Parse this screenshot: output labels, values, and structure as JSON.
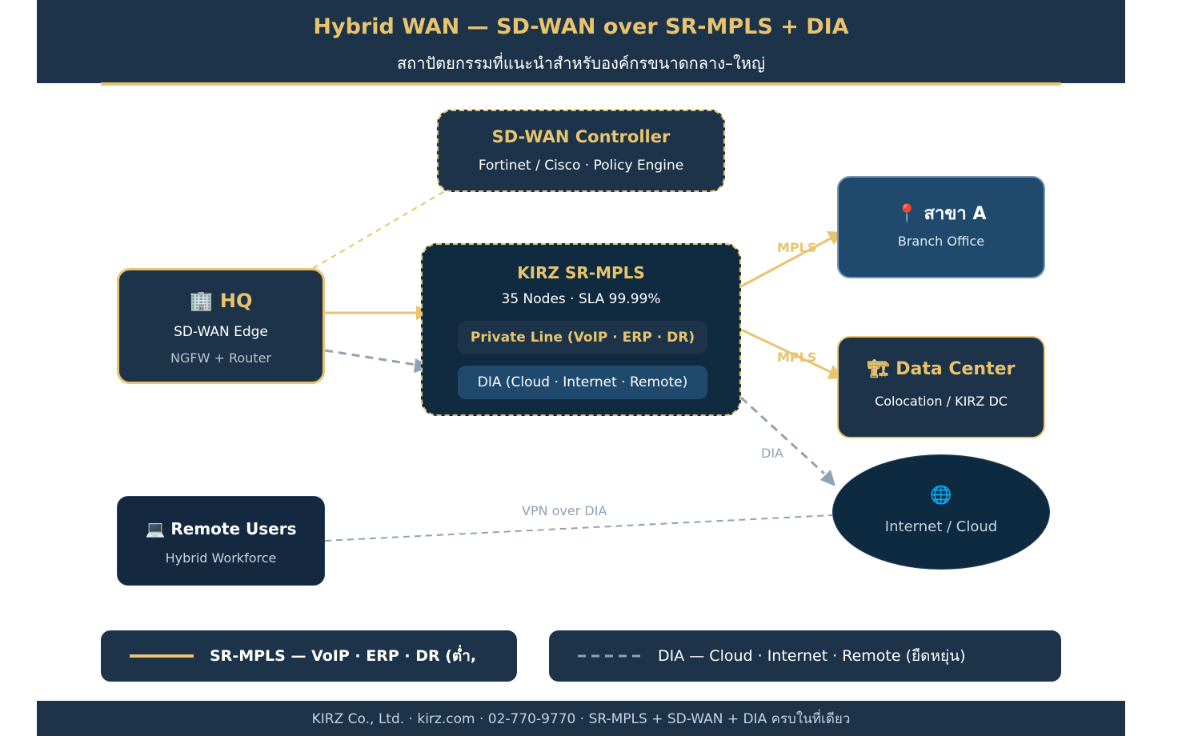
{
  "header": {
    "title": "Hybrid WAN — SD-WAN over SR-MPLS + DIA",
    "subtitle": "สถาปัตยกรรมที่แนะนำสำหรับองค์กรขนาดกลาง–ใหญ่"
  },
  "nodes": {
    "controller": {
      "title": "SD-WAN Controller",
      "subtitle": "Fortinet / Cisco · Policy Engine"
    },
    "mpls": {
      "title": "KIRZ SR-MPLS",
      "subtitle": "35 Nodes · SLA 99.99%",
      "private_line": "Private Line (VoIP · ERP · DR)",
      "dia": "DIA (Cloud · Internet · Remote)"
    },
    "hq": {
      "icon": "🏢",
      "title": "HQ",
      "line1": "SD-WAN Edge",
      "line2": "NGFW + Router"
    },
    "branch": {
      "icon": "📍",
      "title": "สาขา A",
      "subtitle": "Branch Office"
    },
    "dc": {
      "icon": "🏗",
      "title": "Data Center",
      "subtitle": "Colocation / KIRZ DC"
    },
    "remote": {
      "icon": "💻",
      "title": "Remote Users",
      "subtitle": "Hybrid Workforce"
    },
    "cloud": {
      "icon": "🌐",
      "title": "Internet / Cloud"
    }
  },
  "edge_labels": {
    "mpls_branch": "MPLS",
    "mpls_dc": "MPLS",
    "dia": "DIA",
    "vpn": "VPN over DIA"
  },
  "legend": {
    "mpls": "SR-MPLS — VoIP · ERP · DR (ต่ำ, ปลอดภัย)",
    "dia": "DIA — Cloud · Internet · Remote (ยืดหยุ่น)"
  },
  "footer": "KIRZ Co., Ltd. · kirz.com · 02-770-9770 · SR-MPLS + SD-WAN + DIA ครบในที่เดียว",
  "colors": {
    "navy": "#1c3349",
    "gold": "#e8c46e",
    "gray": "#8fa3b5",
    "blue": "#1f4a6e"
  }
}
